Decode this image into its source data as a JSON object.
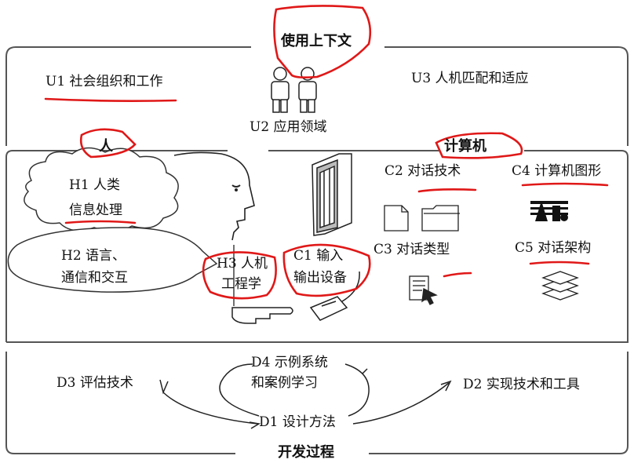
{
  "usage": {
    "header": "使用上下文",
    "u1": "U1 社会组织和工作",
    "u2": "U2 应用领域",
    "u3": "U3 人机匹配和适应"
  },
  "human": {
    "header": "人",
    "h1_line1": "H1 人类",
    "h1_line2": "信息处理",
    "h2_line1": "H2 语言、",
    "h2_line2": "通信和交互",
    "h3_line1": "H3 人机",
    "h3_line2": "工程学"
  },
  "computer": {
    "header": "计算机",
    "c1_line1": "C1 输入",
    "c1_line2": "输出设备",
    "c2": "C2 对话技术",
    "c3": "C3 对话类型",
    "c4": "C4 计算机图形",
    "c5": "C5 对话架构"
  },
  "development": {
    "header": "开发过程",
    "d1": "D1 设计方法",
    "d2": "D2 实现技术和工具",
    "d3": "D3 评估技术",
    "d4_line1": "D4 示例系统",
    "d4_line2": "和案例学习"
  },
  "colors": {
    "annotation": "#e01818",
    "line": "#333333"
  }
}
